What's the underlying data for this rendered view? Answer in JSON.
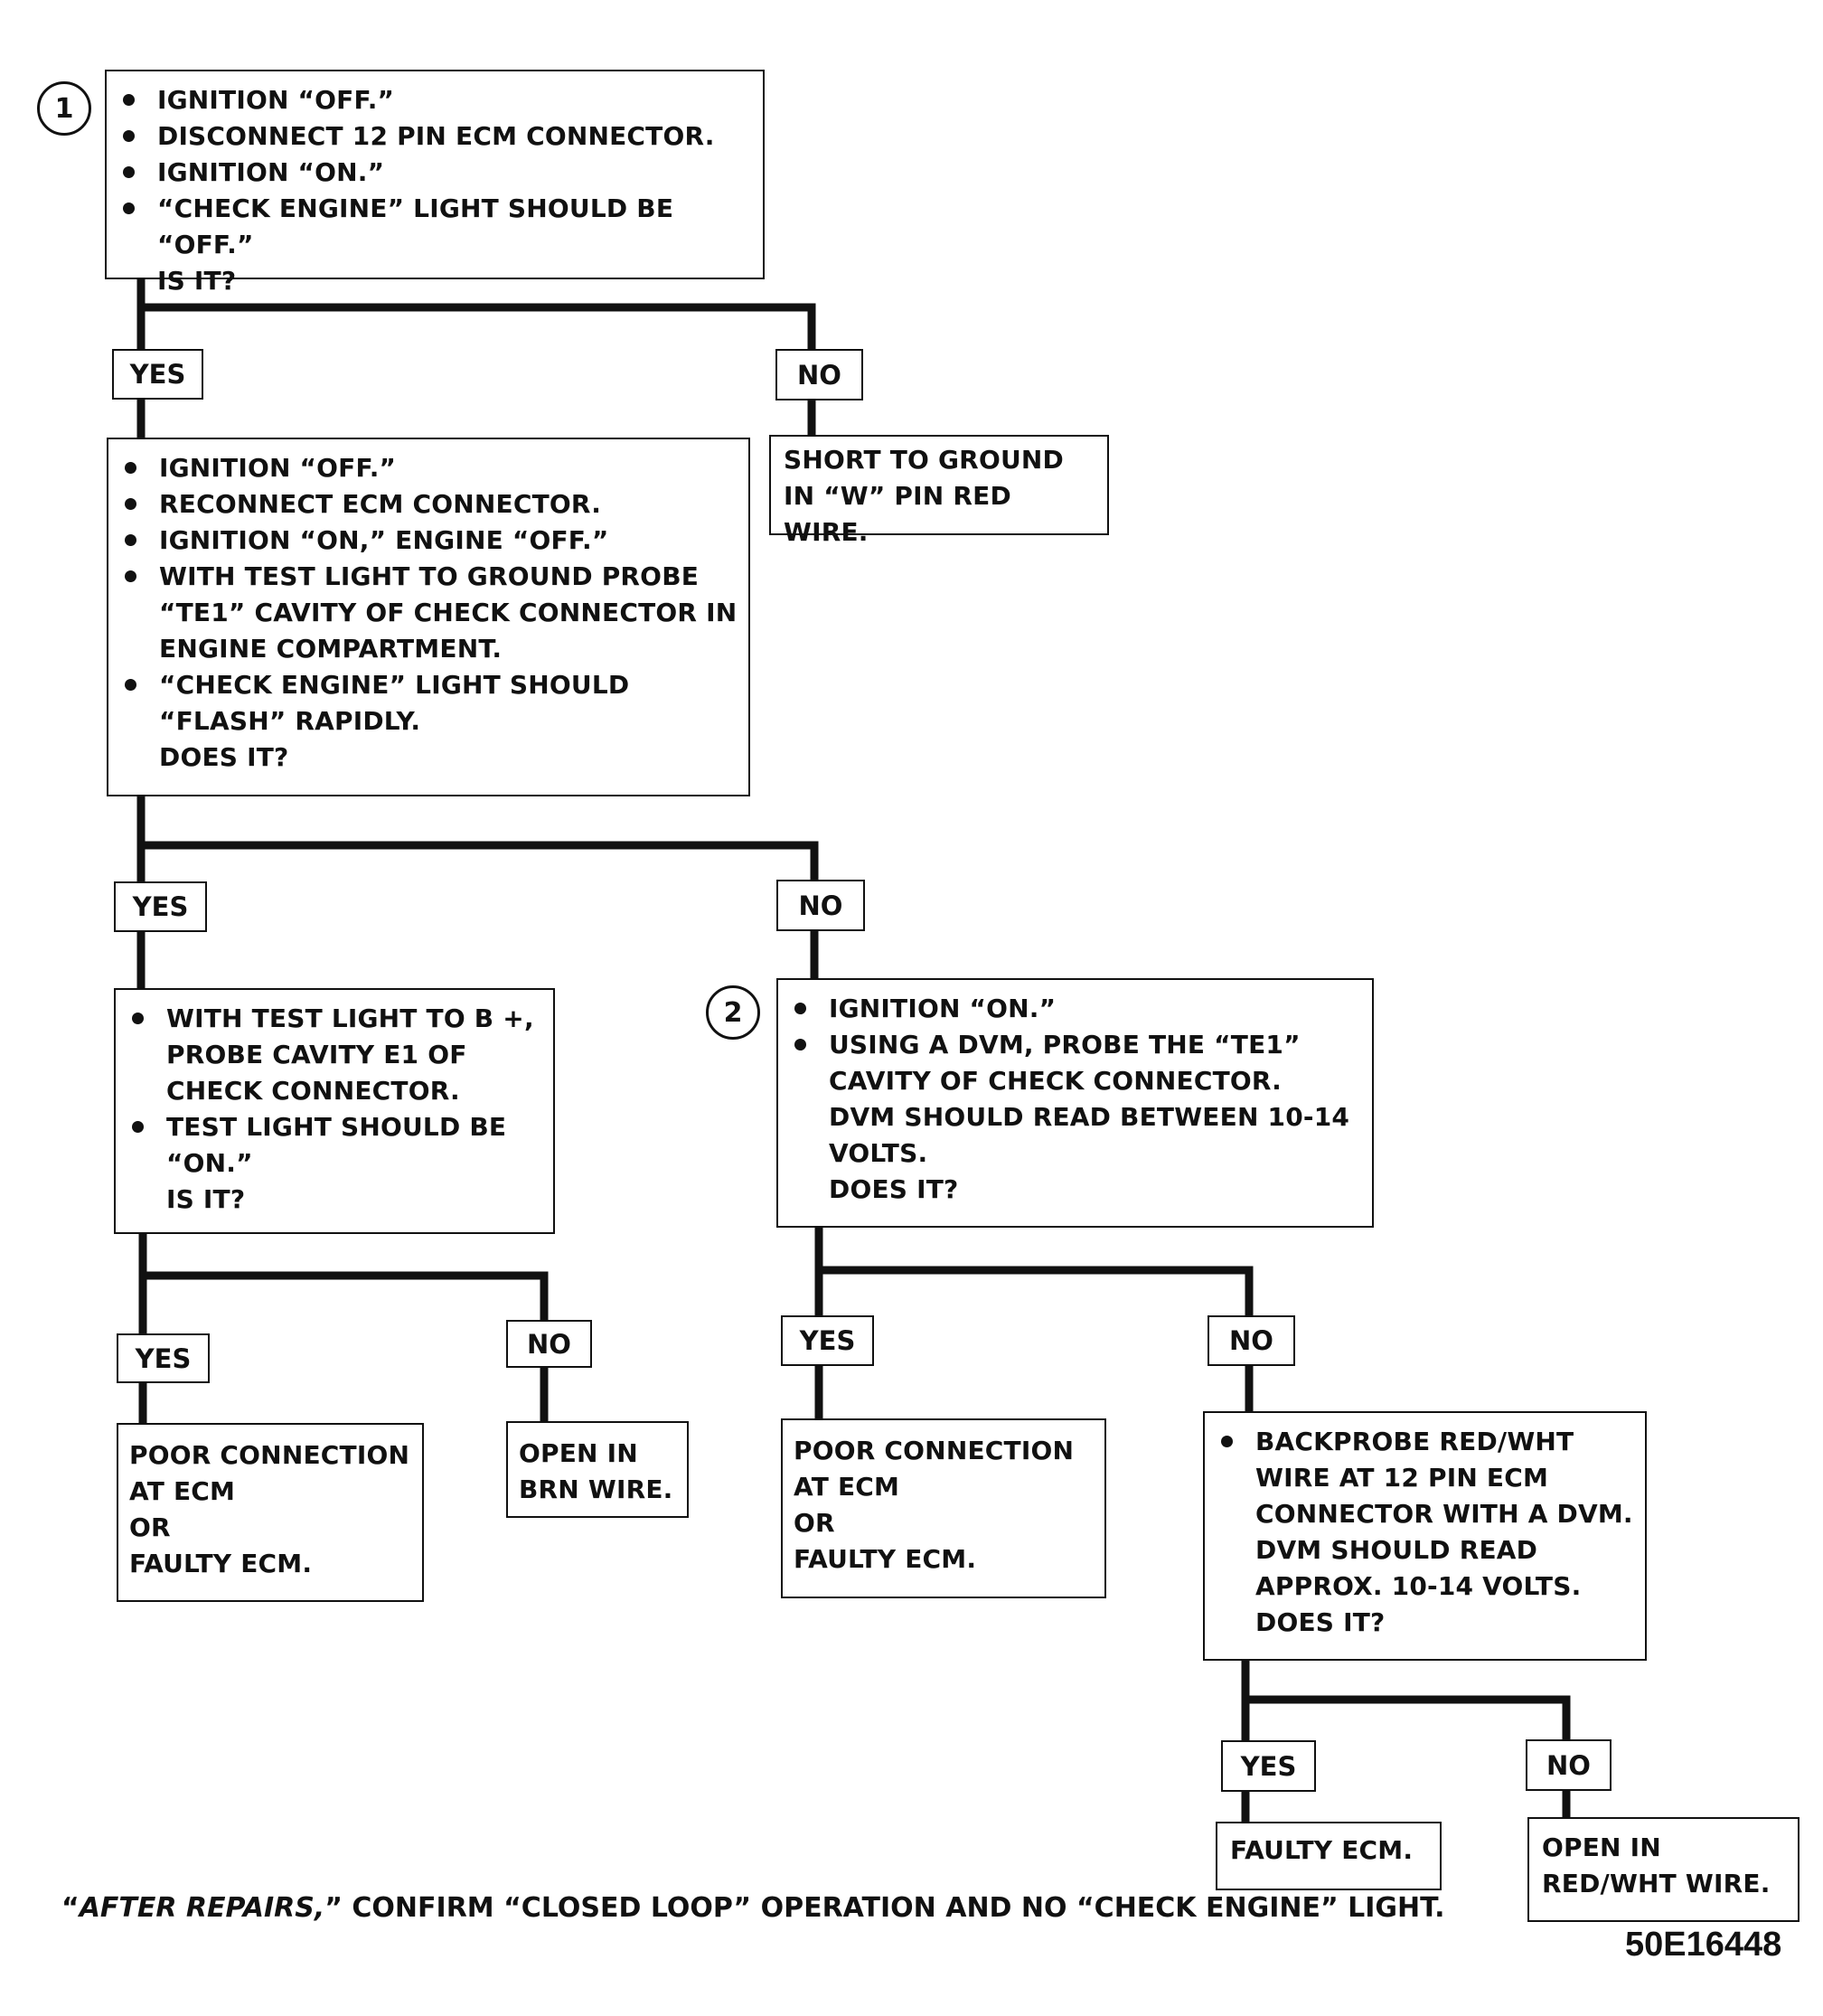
{
  "steps": {
    "s1": {
      "number": "1",
      "bullets": [
        "IGNITION “OFF.”",
        "DISCONNECT 12 PIN ECM CONNECTOR.",
        "IGNITION “ON.”",
        "“CHECK ENGINE” LIGHT SHOULD BE “OFF.”"
      ],
      "question": "IS IT?"
    },
    "s1_yes": {
      "bullets": [
        "IGNITION “OFF.”",
        "RECONNECT ECM CONNECTOR.",
        "IGNITION “ON,” ENGINE “OFF.”",
        "WITH TEST LIGHT TO GROUND PROBE “TE1” CAVITY OF CHECK CONNECTOR IN ENGINE COMPARTMENT.",
        "“CHECK ENGINE” LIGHT SHOULD “FLASH” RAPIDLY."
      ],
      "question": "DOES IT?"
    },
    "s_test_b": {
      "bullets": [
        "WITH TEST LIGHT TO B +, PROBE CAVITY E1 OF CHECK CONNECTOR.",
        "TEST LIGHT SHOULD BE “ON.”"
      ],
      "question": "IS IT?"
    },
    "s2": {
      "number": "2",
      "bullets": [
        "IGNITION “ON.”",
        "USING A DVM, PROBE THE “TE1” CAVITY OF CHECK CONNECTOR."
      ],
      "extra": "DVM SHOULD READ BETWEEN 10-14 VOLTS.",
      "question": "DOES IT?"
    },
    "s_backprobe": {
      "bullets": [
        "BACKPROBE RED/WHT WIRE AT 12 PIN ECM CONNECTOR WITH A DVM."
      ],
      "extra": "DVM SHOULD READ APPROX. 10-14 VOLTS.",
      "question": "DOES IT?"
    }
  },
  "results": {
    "short_ground": "SHORT TO GROUND IN “W” PIN RED WIRE.",
    "poor_conn_1": [
      "POOR CONNECTION",
      "AT ECM",
      "OR",
      "FAULTY ECM."
    ],
    "open_brn": [
      "OPEN IN",
      "BRN WIRE."
    ],
    "poor_conn_2": [
      "POOR CONNECTION",
      "AT ECM",
      "OR",
      "FAULTY ECM."
    ],
    "faulty_ecm": "FAULTY ECM.",
    "open_redwht": [
      "OPEN IN",
      "RED/WHT WIRE."
    ]
  },
  "labels": {
    "yes": "YES",
    "no": "NO"
  },
  "footer": {
    "prefix": "“",
    "italic": "AFTER REPAIRS,",
    "rest": "” CONFIRM “CLOSED LOOP” OPERATION AND NO “CHECK ENGINE” LIGHT."
  },
  "figure_id": "50E16448"
}
